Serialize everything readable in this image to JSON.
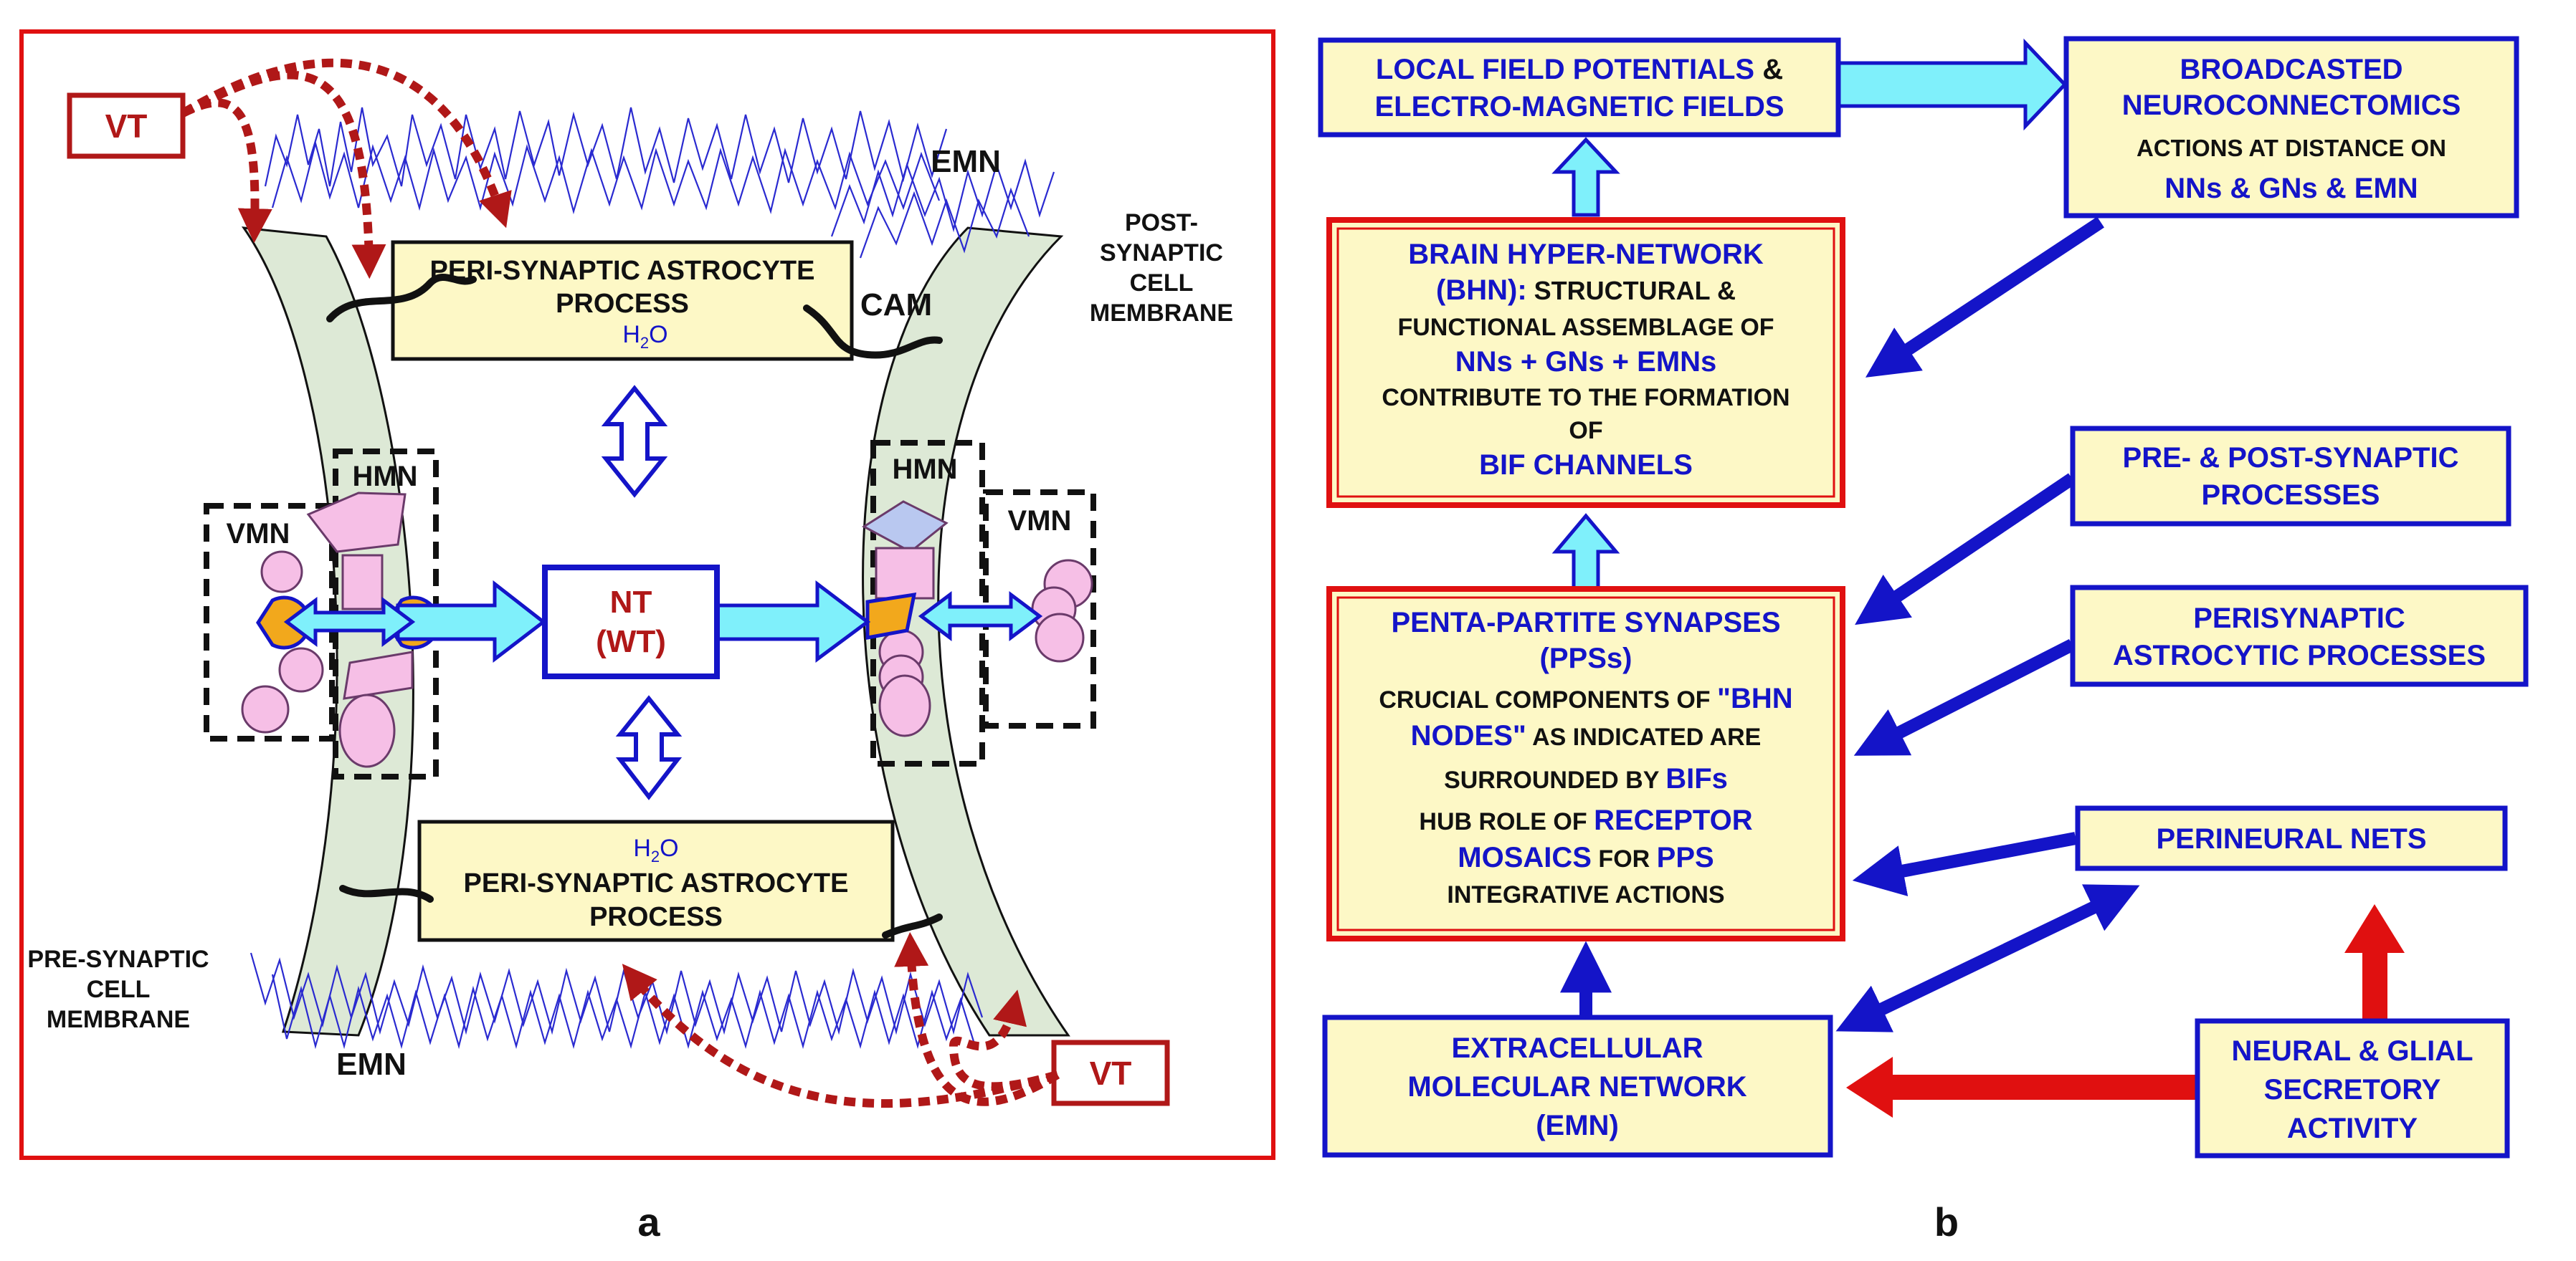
{
  "panel_a": {
    "label": "a",
    "vt_top": "VT",
    "vt_bottom": "VT",
    "emn_top": "EMN",
    "emn_bottom": "EMN",
    "cam": "CAM",
    "post_membrane": [
      "POST-",
      "SYNAPTIC",
      "CELL",
      "MEMBRANE"
    ],
    "pre_membrane": [
      "PRE-SYNAPTIC",
      "CELL",
      "MEMBRANE"
    ],
    "astro_top": [
      "PERI-SYNAPTIC ASTROCYTE",
      "PROCESS"
    ],
    "astro_bottom": [
      "PERI-SYNAPTIC ASTROCYTE",
      "PROCESS"
    ],
    "h2o_main": "H",
    "h2o_sub": "2",
    "h2o_end": "O",
    "hmn_left": "HMN",
    "hmn_right": "HMN",
    "vmn_left": "VMN",
    "vmn_right": "VMN",
    "nt_line1": "NT",
    "nt_line2": "(WT)"
  },
  "panel_b": {
    "label": "b",
    "lfp": {
      "line1_blue": "LOCAL FIELD POTENTIALS",
      "line1_amp": " &",
      "line2": "ELECTRO-MAGNETIC FIELDS"
    },
    "broadcast": {
      "line1": "BROADCASTED",
      "line2": "NEUROCONNECTOMICS",
      "line3": "ACTIONS AT DISTANCE ON",
      "line4": "NNs & GNs & EMN"
    },
    "bhn": {
      "line1": "BRAIN HYPER-NETWORK",
      "line2_blue": "(BHN):",
      "line2_black": " STRUCTURAL &",
      "line3": "FUNCTIONAL ASSEMBLAGE OF",
      "line4": "NNs + GNs + EMNs",
      "line5": "CONTRIBUTE TO THE FORMATION",
      "line6": "OF",
      "line7": "BIF CHANNELS"
    },
    "pps": {
      "line1": "PENTA-PARTITE SYNAPSES",
      "line2": "(PPSs)",
      "line3_black": "CRUCIAL COMPONENTS OF ",
      "line3_blue": "\"BHN",
      "line4_blue": "NODES\"",
      "line4_black": " AS INDICATED ARE",
      "line5_black": "SURROUNDED BY ",
      "line5_blue": "BIFs",
      "line6_black": "HUB ROLE OF ",
      "line6_blue": "RECEPTOR",
      "line7_blue": "MOSAICS",
      "line7_black": " FOR ",
      "line7_blue2": "PPS",
      "line8": "INTEGRATIVE ACTIONS"
    },
    "pre_post": {
      "line1": "PRE- & POST-SYNAPTIC",
      "line2": "PROCESSES"
    },
    "perisyn": {
      "line1": "PERISYNAPTIC",
      "line2": "ASTROCYTIC PROCESSES"
    },
    "perineural": {
      "line1": "PERINEURAL NETS"
    },
    "emn": {
      "line1": "EXTRACELLULAR",
      "line2": "MOLECULAR NETWORK",
      "line3": "(EMN)"
    },
    "secretory": {
      "line1": "NEURAL & GLIAL",
      "line2": "SECRETORY",
      "line3": "ACTIVITY"
    }
  },
  "colors": {
    "blue": "#1414c8",
    "red": "#e01010",
    "darkred": "#b01818",
    "box_fill": "#fdf8c6",
    "membrane": "#dde9d6",
    "cyan": "#7ff0fb",
    "pink": "#f6bfe6",
    "orange": "#f2a81c"
  }
}
